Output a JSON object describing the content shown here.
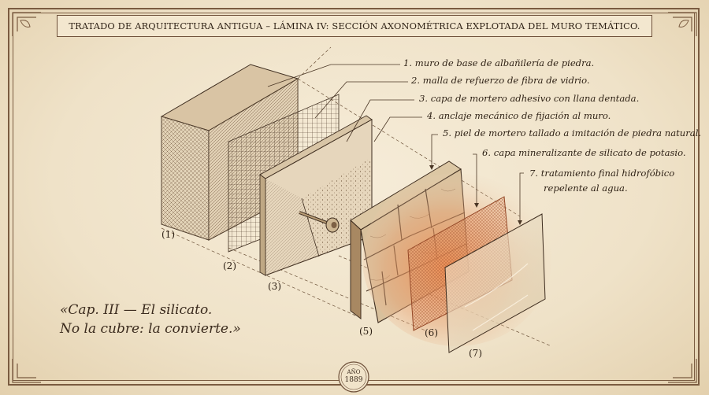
{
  "header": {
    "title": "TRATADO DE ARQUITECTURA ANTIGUA – LÁMINA IV: SECCIÓN AXONOMÉTRICA EXPLOTADA DEL MURO TEMÁTICO."
  },
  "callouts": [
    {
      "text": "1. muro de base de albañilería de piedra."
    },
    {
      "text": "2. malla de refuerzo de fibra de vidrio."
    },
    {
      "text": "3. capa de mortero adhesivo con llana dentada."
    },
    {
      "text": "4. anclaje mecánico de fijación al muro."
    },
    {
      "text": "5. piel de mortero tallado a imitación de piedra natural."
    },
    {
      "text": "6. capa mineralizante de silicato de potasio."
    },
    {
      "text": "7. tratamiento final hidrofóbico"
    },
    {
      "text": "repelente al agua."
    }
  ],
  "layer_numbers": [
    "(1)",
    "(2)",
    "(3)",
    "(5)",
    "(6)",
    "(7)"
  ],
  "quote": {
    "line1": "«Cap. III — El silicato.",
    "line2": "No la cubre: la convierte.»"
  },
  "medal": {
    "line1": "AÑO",
    "line2": "1889"
  },
  "colors": {
    "paper": "#efe3cc",
    "ink": "#2f2216",
    "frame": "#7a5b40",
    "glow": "#e0703a"
  }
}
